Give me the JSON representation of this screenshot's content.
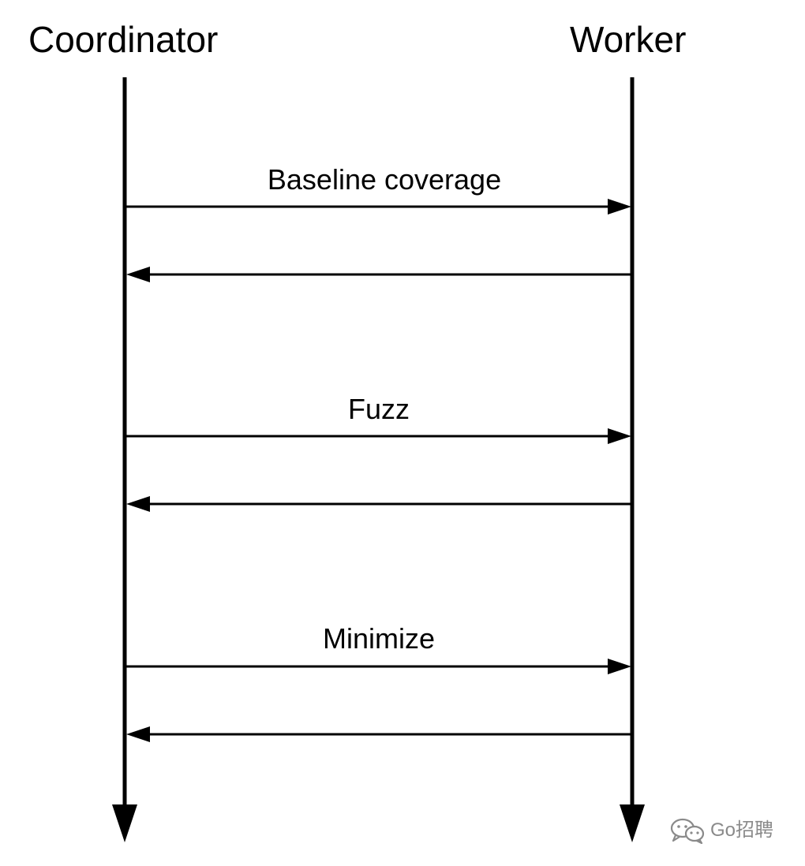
{
  "participants": {
    "left": "Coordinator",
    "right": "Worker"
  },
  "messages": [
    {
      "label": "Baseline coverage",
      "direction": "to-worker"
    },
    {
      "label": "",
      "direction": "to-coordinator"
    },
    {
      "label": "Fuzz",
      "direction": "to-worker"
    },
    {
      "label": "",
      "direction": "to-coordinator"
    },
    {
      "label": "Minimize",
      "direction": "to-worker"
    },
    {
      "label": "",
      "direction": "to-coordinator"
    }
  ],
  "watermark": {
    "icon": "wechat-icon",
    "text": "Go招聘"
  },
  "colors": {
    "line": "#000000",
    "watermark": "#8a8a8a"
  }
}
